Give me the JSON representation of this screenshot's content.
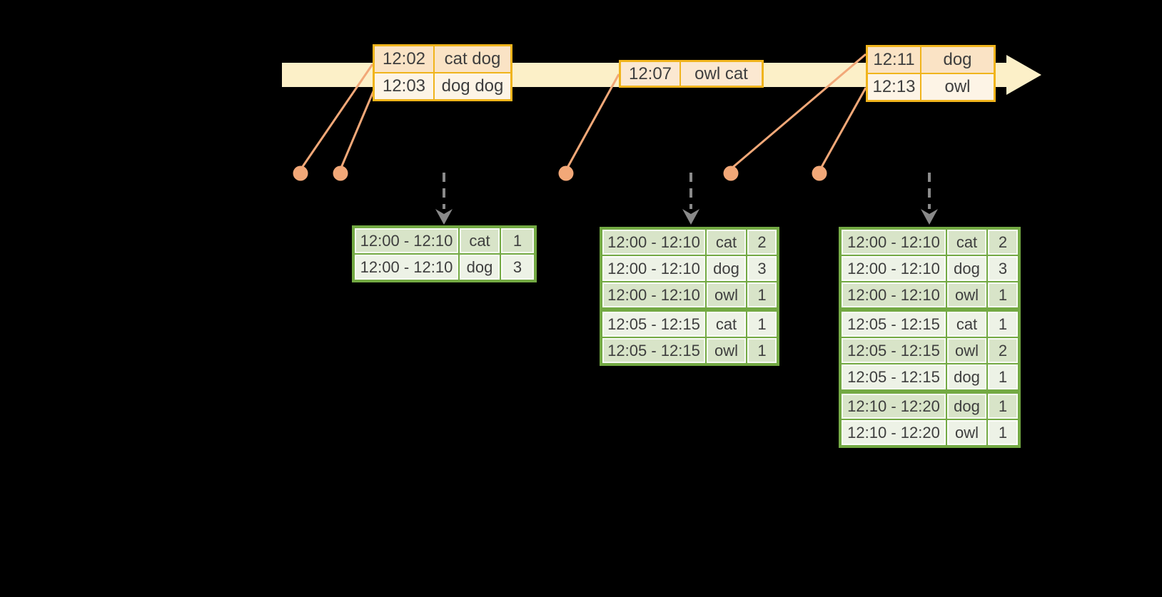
{
  "events": [
    {
      "rows": [
        {
          "time": "12:02",
          "words": "cat dog"
        },
        {
          "time": "12:03",
          "words": "dog dog"
        }
      ]
    },
    {
      "rows": [
        {
          "time": "12:07",
          "words": "owl cat"
        }
      ]
    },
    {
      "rows": [
        {
          "time": "12:11",
          "words": "dog"
        },
        {
          "time": "12:13",
          "words": "owl"
        }
      ]
    }
  ],
  "results": [
    {
      "rows": [
        [
          "12:00 - 12:10",
          "cat",
          "1"
        ],
        [
          "12:00 - 12:10",
          "dog",
          "3"
        ]
      ],
      "group_breaks": []
    },
    {
      "rows": [
        [
          "12:00 - 12:10",
          "cat",
          "2"
        ],
        [
          "12:00 - 12:10",
          "dog",
          "3"
        ],
        [
          "12:00 - 12:10",
          "owl",
          "1"
        ],
        [
          "12:05 - 12:15",
          "cat",
          "1"
        ],
        [
          "12:05 - 12:15",
          "owl",
          "1"
        ]
      ],
      "group_breaks": [
        3
      ]
    },
    {
      "rows": [
        [
          "12:00 - 12:10",
          "cat",
          "2"
        ],
        [
          "12:00 - 12:10",
          "dog",
          "3"
        ],
        [
          "12:00 - 12:10",
          "owl",
          "1"
        ],
        [
          "12:05 - 12:15",
          "cat",
          "1"
        ],
        [
          "12:05 - 12:15",
          "owl",
          "2"
        ],
        [
          "12:05 - 12:15",
          "dog",
          "1"
        ],
        [
          "12:10 - 12:20",
          "dog",
          "1"
        ],
        [
          "12:10 - 12:20",
          "owl",
          "1"
        ]
      ],
      "group_breaks": [
        3,
        6
      ]
    }
  ],
  "colors": {
    "background": "#000000",
    "timeline_bar": "#fcf0c8",
    "event_border": "#f0b41c",
    "event_row_peach": "#fae3c5",
    "event_row_cream": "#fdf4e6",
    "dot_salmon": "#f2a878",
    "trigger_arrow_gray": "#8a8a8a",
    "result_border": "#73a943",
    "result_row_dark": "#d8e4c8",
    "result_row_light": "#edf2e6",
    "text": "#3e3e3e"
  }
}
